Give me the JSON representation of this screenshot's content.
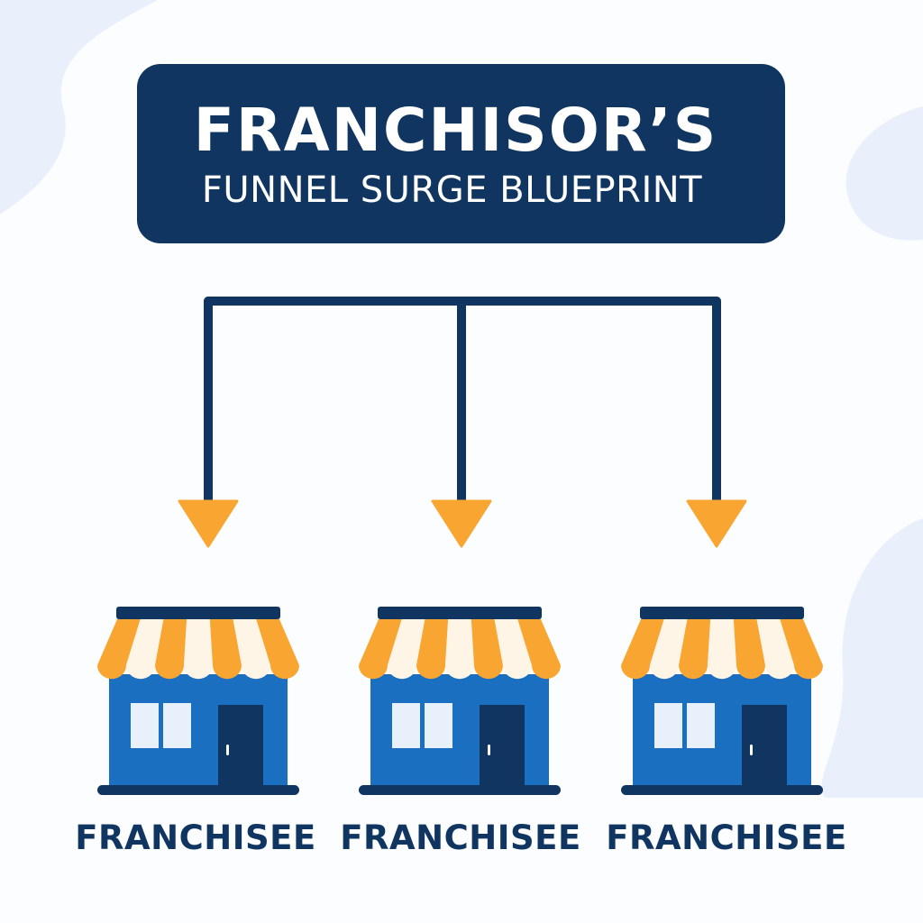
{
  "title": {
    "line1": "FRANCHISOR’S",
    "line2": "FUNNEL SURGE BLUEPRINT"
  },
  "franchisees": [
    {
      "label": "FRANCHISEE"
    },
    {
      "label": "FRANCHISEE"
    },
    {
      "label": "FRANCHISEE"
    }
  ],
  "icons": {
    "store": "storefront-icon",
    "arrow": "arrow-down-icon"
  },
  "colors": {
    "navy": "#0f3560",
    "store_blue": "#1b6fc0",
    "awning_orange": "#f9a531",
    "awning_cream": "#fff5e6",
    "window": "#e7f0fb",
    "background_blob": "#e9f0fb"
  }
}
